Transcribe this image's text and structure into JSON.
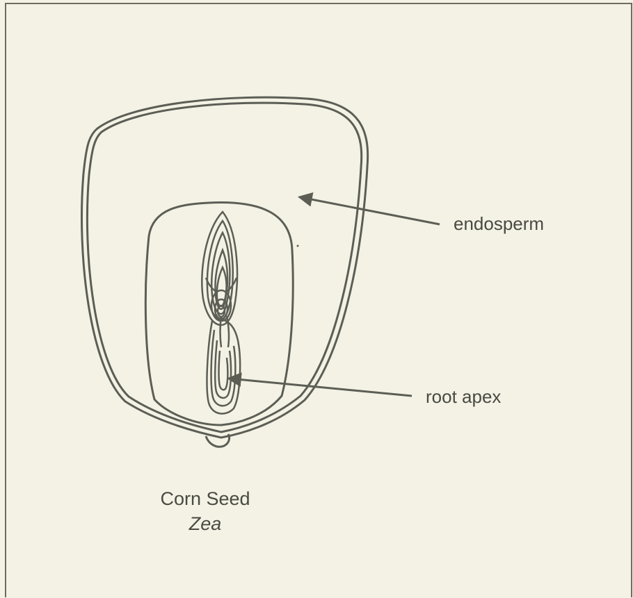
{
  "labels": {
    "endosperm": "endosperm",
    "root_apex": "root apex"
  },
  "caption": {
    "common_name": "Corn Seed",
    "genus": "Zea"
  },
  "colors": {
    "background": "#f3f2e4",
    "line": "#5c5e56",
    "text": "#4a4a44"
  }
}
